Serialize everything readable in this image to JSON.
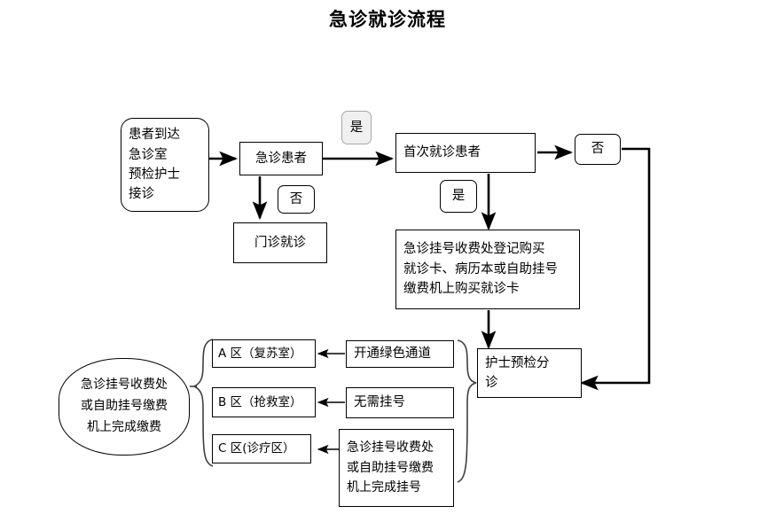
{
  "title": "急诊就诊流程",
  "nodes": {
    "start": "患者到达\n急诊室\n预检护士\n接诊",
    "emergency_patient": "急诊患者",
    "outpatient": "门诊就诊",
    "yes_top": "是",
    "no_branch_outpatient": "否",
    "first_visit": "首次就诊患者",
    "no_right": "否",
    "yes_down": "是",
    "register_card": "急诊挂号收费处登记购买\n就诊卡、病历本或自助挂号\n缴费机上购买就诊卡",
    "triage": "护士预检分\n诊",
    "zone_a": "A 区（复苏室）",
    "zone_b": "B 区（抢救室）",
    "zone_c": "C 区(诊疗区）",
    "green_channel": "开通绿色通道",
    "no_registration": "无需挂号",
    "register_at_desk": "急诊挂号收费处\n或自助挂号缴费\n机上完成挂号",
    "pay_at_desk": "急诊挂号收费处\n或自助挂号缴费\n机上完成缴费"
  },
  "colors": {
    "stroke": "#000000",
    "node_fill": "#ffffff",
    "gray_fill": "#f0f0f0",
    "gray_stroke": "#a6a6a6",
    "brace": "#3f3f3f"
  }
}
